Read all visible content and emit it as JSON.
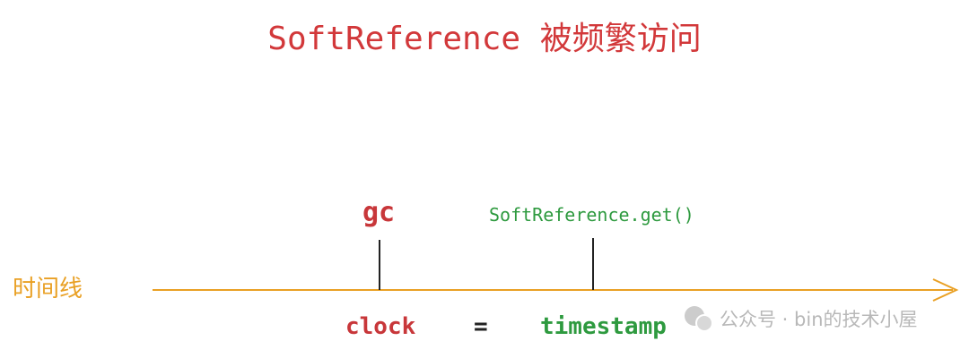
{
  "title": "SoftReference 被频繁访问",
  "timeline_label": "时间线",
  "events": {
    "gc": "gc",
    "get": "SoftReference.get()"
  },
  "equation": {
    "left": "clock",
    "op": "=",
    "right": "timestamp"
  },
  "watermark": "公众号 · bin的技术小屋",
  "colors": {
    "title": "#d2383a",
    "gc": "#c8373a",
    "get": "#2e9a3f",
    "timeline": "#e9a024"
  }
}
